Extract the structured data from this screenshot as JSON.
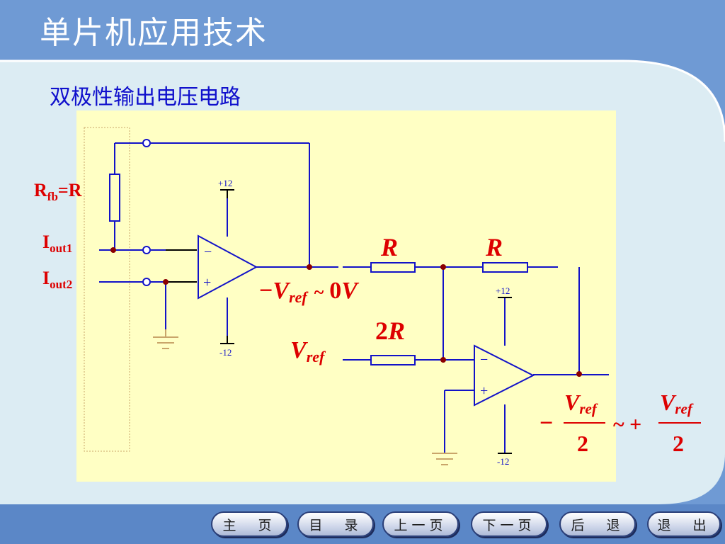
{
  "title": "单片机应用技术",
  "subtitle": "双极性输出电压电路",
  "labels": {
    "rfb_main": "R",
    "rfb_sub": "fb",
    "rfb_tail": "=R",
    "iout1_main": "I",
    "iout1_sub": "out1",
    "iout2_main": "I",
    "iout2_sub": "out2",
    "plus12_a": "+12",
    "minus12_a": "-12",
    "plus12_b": "+12",
    "minus12_b": "-12",
    "r_top1": "R",
    "r_top2": "R",
    "two_r_num": "2",
    "two_r_r": "R",
    "v1_minus": "−",
    "v1_v": "V",
    "v1_ref": "ref",
    "v1_tilde": "~",
    "v1_zero": "0",
    "v1_v2": "V",
    "vref_v": "V",
    "vref_ref": "ref",
    "out_minus": "−",
    "out_num_v": "V",
    "out_num_ref": "ref",
    "out_den": "2",
    "out_tilde": "~ +",
    "out2_num_v": "V",
    "out2_num_ref": "ref",
    "out2_den": "2",
    "op_minus": "−",
    "op_plus": "+"
  },
  "nav": [
    "主　页",
    "目　录",
    "上一页",
    "下一页",
    "后　退",
    "退　出"
  ],
  "colors": {
    "wire": "#1212c8",
    "label_red": "#dd0000",
    "panel": "#ffffc4",
    "dot": "#8b0000"
  }
}
